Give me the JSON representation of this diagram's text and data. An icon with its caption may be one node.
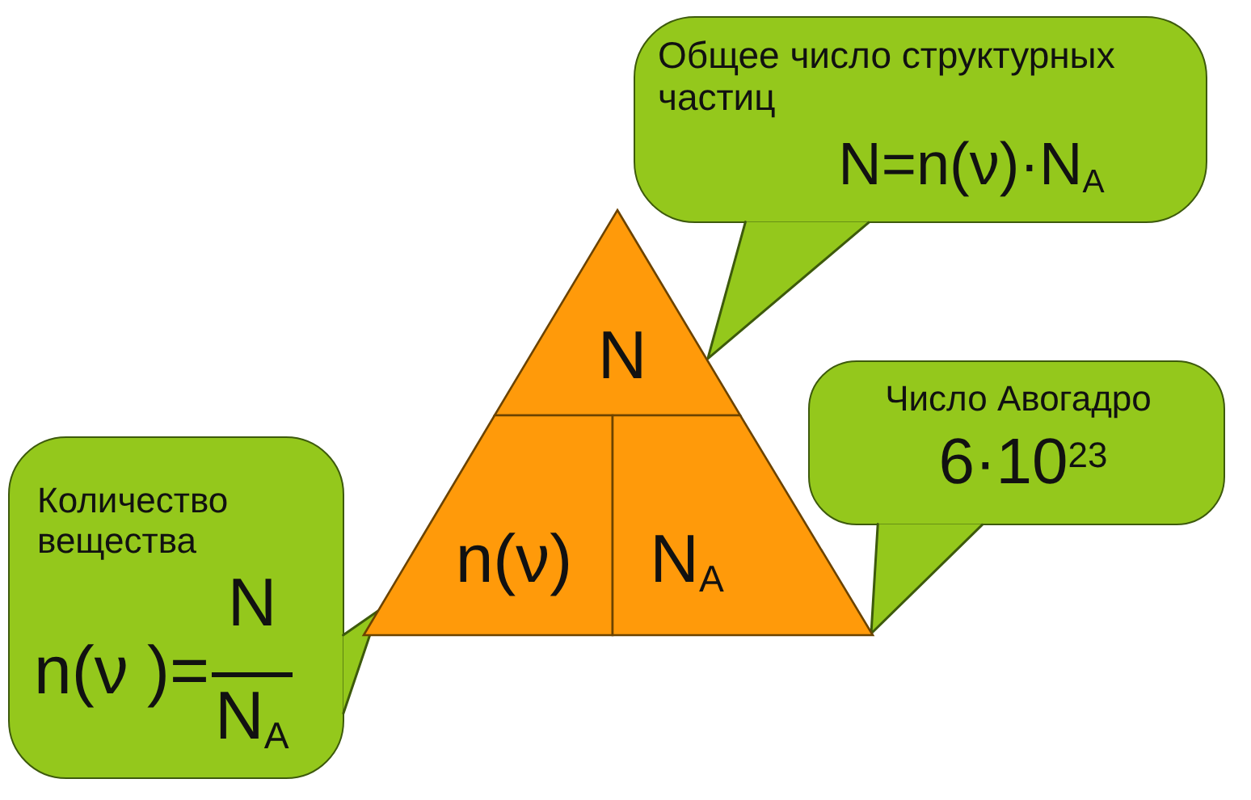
{
  "diagram": {
    "nodes": [
      {
        "text": [
          "Общее число структурных частиц",
          "N=n(ν)·N$_{A}$"
        ]
      },
      {
        "text": [
          "N"
        ]
      },
      {
        "text": [
          "Число Авогадро",
          "6·10$^{23}$"
        ]
      },
      {
        "text": [
          "Количество вещества",
          "n(ν )=",
          "N",
          "N$_{A}$"
        ]
      },
      {
        "text": [
          "n(ν)"
        ]
      },
      {
        "text": [
          "N$_{A}$"
        ]
      }
    ],
    "edges": [
      {
        "from": 0,
        "to": 1,
        "arrow": "none"
      },
      {
        "from": 2,
        "to": 5,
        "arrow": "none"
      },
      {
        "from": 3,
        "to": 4,
        "arrow": "none"
      }
    ]
  }
}
